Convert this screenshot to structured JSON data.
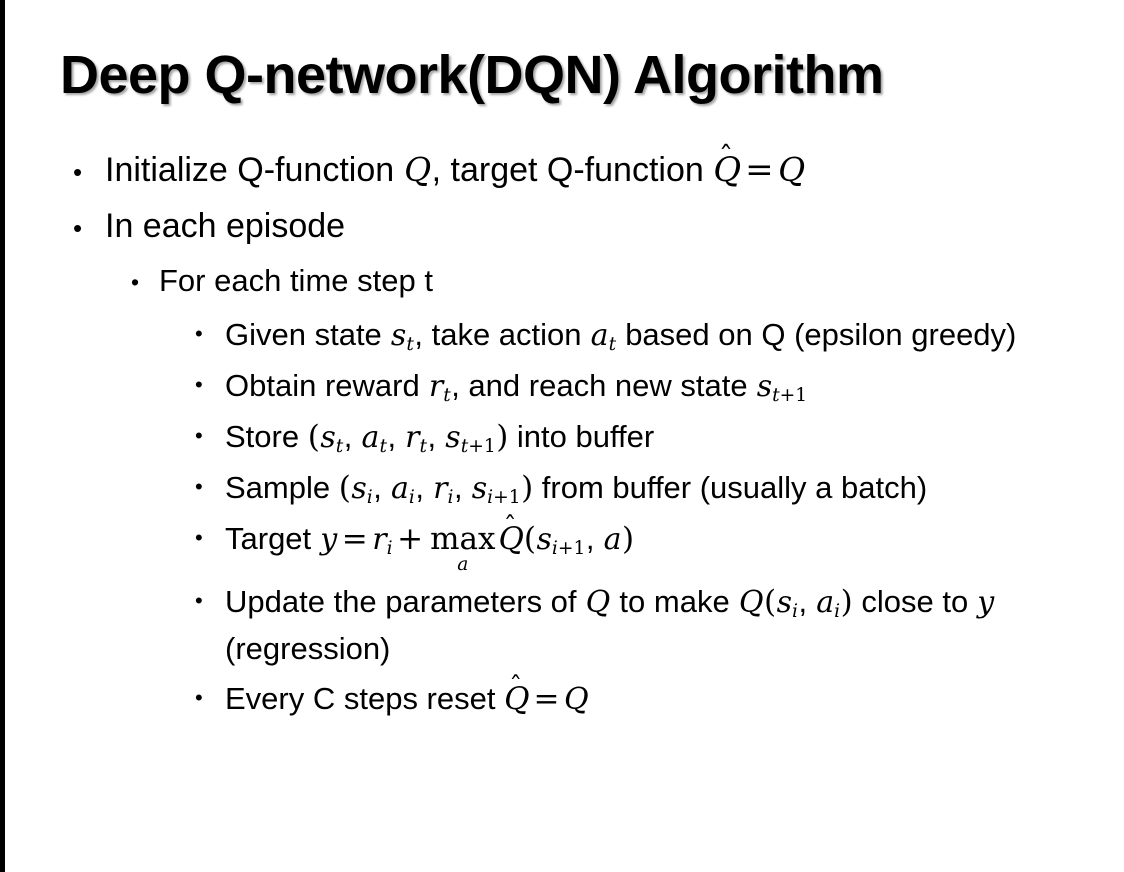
{
  "slide": {
    "title": "Deep Q-network(DQN) Algorithm",
    "bullet_glyph": "•",
    "background_color": "#ffffff",
    "text_color": "#000000",
    "border_color": "#000000",
    "items": [
      {
        "level": 1,
        "name": "bullet-initialize-q-function",
        "segments": [
          {
            "type": "text",
            "value": "Initialize Q-function "
          },
          {
            "type": "mi",
            "value": "Q"
          },
          {
            "type": "text",
            "value": ", target Q-function "
          },
          {
            "type": "hat",
            "value": "Q"
          },
          {
            "type": "mo",
            "value": "="
          },
          {
            "type": "mi",
            "value": "Q"
          }
        ],
        "plain": "Initialize Q-function Q, target Q-function Q̂ = Q"
      },
      {
        "level": 1,
        "name": "bullet-in-each-episode",
        "segments": [
          {
            "type": "text",
            "value": "In each episode"
          }
        ],
        "plain": "In each episode"
      },
      {
        "level": 2,
        "name": "bullet-for-each-time-step",
        "segments": [
          {
            "type": "text",
            "value": "For each time step t"
          }
        ],
        "plain": "For each time step t"
      },
      {
        "level": 3,
        "name": "bullet-given-state-take-action",
        "segments": [
          {
            "type": "text",
            "value": "Given state "
          },
          {
            "type": "misub",
            "base": "s",
            "sub": "t"
          },
          {
            "type": "text",
            "value": ", take action "
          },
          {
            "type": "misub",
            "base": "a",
            "sub": "t"
          },
          {
            "type": "text",
            "value": " based on Q (epsilon greedy)"
          }
        ],
        "plain": "Given state s_t, take action a_t based on Q (epsilon greedy)"
      },
      {
        "level": 3,
        "name": "bullet-obtain-reward",
        "segments": [
          {
            "type": "text",
            "value": "Obtain reward "
          },
          {
            "type": "misub",
            "base": "r",
            "sub": "t"
          },
          {
            "type": "text",
            "value": ", and reach new state "
          },
          {
            "type": "misub",
            "base": "s",
            "sub": "t+1"
          }
        ],
        "plain": "Obtain reward r_t, and reach new state s_{t+1}"
      },
      {
        "level": 3,
        "name": "bullet-store-into-buffer",
        "segments": [
          {
            "type": "text",
            "value": "Store "
          },
          {
            "type": "paren",
            "value": "("
          },
          {
            "type": "misub",
            "base": "s",
            "sub": "t"
          },
          {
            "type": "text",
            "value": ", "
          },
          {
            "type": "misub",
            "base": "a",
            "sub": "t"
          },
          {
            "type": "text",
            "value": ", "
          },
          {
            "type": "misub",
            "base": "r",
            "sub": "t"
          },
          {
            "type": "text",
            "value": ", "
          },
          {
            "type": "misub",
            "base": "s",
            "sub": "t+1"
          },
          {
            "type": "paren",
            "value": ")"
          },
          {
            "type": "text",
            "value": " into buffer"
          }
        ],
        "plain": "Store (s_t, a_t, r_t, s_{t+1}) into buffer"
      },
      {
        "level": 3,
        "name": "bullet-sample-from-buffer",
        "segments": [
          {
            "type": "text",
            "value": "Sample "
          },
          {
            "type": "paren",
            "value": "("
          },
          {
            "type": "misub",
            "base": "s",
            "sub": "i"
          },
          {
            "type": "text",
            "value": ", "
          },
          {
            "type": "misub",
            "base": "a",
            "sub": "i"
          },
          {
            "type": "text",
            "value": ", "
          },
          {
            "type": "misub",
            "base": "r",
            "sub": "i"
          },
          {
            "type": "text",
            "value": ", "
          },
          {
            "type": "misub",
            "base": "s",
            "sub": "i+1"
          },
          {
            "type": "paren",
            "value": ")"
          },
          {
            "type": "text",
            "value": " from buffer (usually a batch)"
          }
        ],
        "plain": "Sample (s_i, a_i, r_i, s_{i+1}) from buffer (usually a batch)"
      },
      {
        "level": 3,
        "name": "bullet-target-y",
        "segments": [
          {
            "type": "text",
            "value": "Target "
          },
          {
            "type": "mi",
            "value": "y"
          },
          {
            "type": "mo",
            "value": "="
          },
          {
            "type": "misub",
            "base": "r",
            "sub": "i"
          },
          {
            "type": "mo",
            "value": "+"
          },
          {
            "type": "oplimits",
            "op": "max",
            "limit": "a"
          },
          {
            "type": "hat",
            "value": "Q"
          },
          {
            "type": "paren",
            "value": "("
          },
          {
            "type": "misub",
            "base": "s",
            "sub": "i+1"
          },
          {
            "type": "text",
            "value": ", "
          },
          {
            "type": "mi",
            "value": "a"
          },
          {
            "type": "paren",
            "value": ")"
          }
        ],
        "plain": "Target y = r_i + max_a Q̂(s_{i+1}, a)"
      },
      {
        "level": 3,
        "name": "bullet-update-parameters",
        "segments": [
          {
            "type": "text",
            "value": "Update the parameters of "
          },
          {
            "type": "mi",
            "value": "Q"
          },
          {
            "type": "text",
            "value": " to make "
          },
          {
            "type": "mi",
            "value": "Q"
          },
          {
            "type": "paren",
            "value": "("
          },
          {
            "type": "misub",
            "base": "s",
            "sub": "i"
          },
          {
            "type": "text",
            "value": ", "
          },
          {
            "type": "misub",
            "base": "a",
            "sub": "i"
          },
          {
            "type": "paren",
            "value": ")"
          },
          {
            "type": "text",
            "value": " close to "
          },
          {
            "type": "mi",
            "value": "y"
          },
          {
            "type": "text",
            "value": " (regression)"
          }
        ],
        "plain": "Update the parameters of Q to make Q(s_i, a_i) close to y (regression)"
      },
      {
        "level": 3,
        "name": "bullet-every-c-steps-reset",
        "segments": [
          {
            "type": "text",
            "value": "Every C steps reset "
          },
          {
            "type": "hat",
            "value": "Q"
          },
          {
            "type": "mo",
            "value": "="
          },
          {
            "type": "mi",
            "value": "Q"
          }
        ],
        "plain": "Every C steps reset Q̂ = Q"
      }
    ]
  }
}
